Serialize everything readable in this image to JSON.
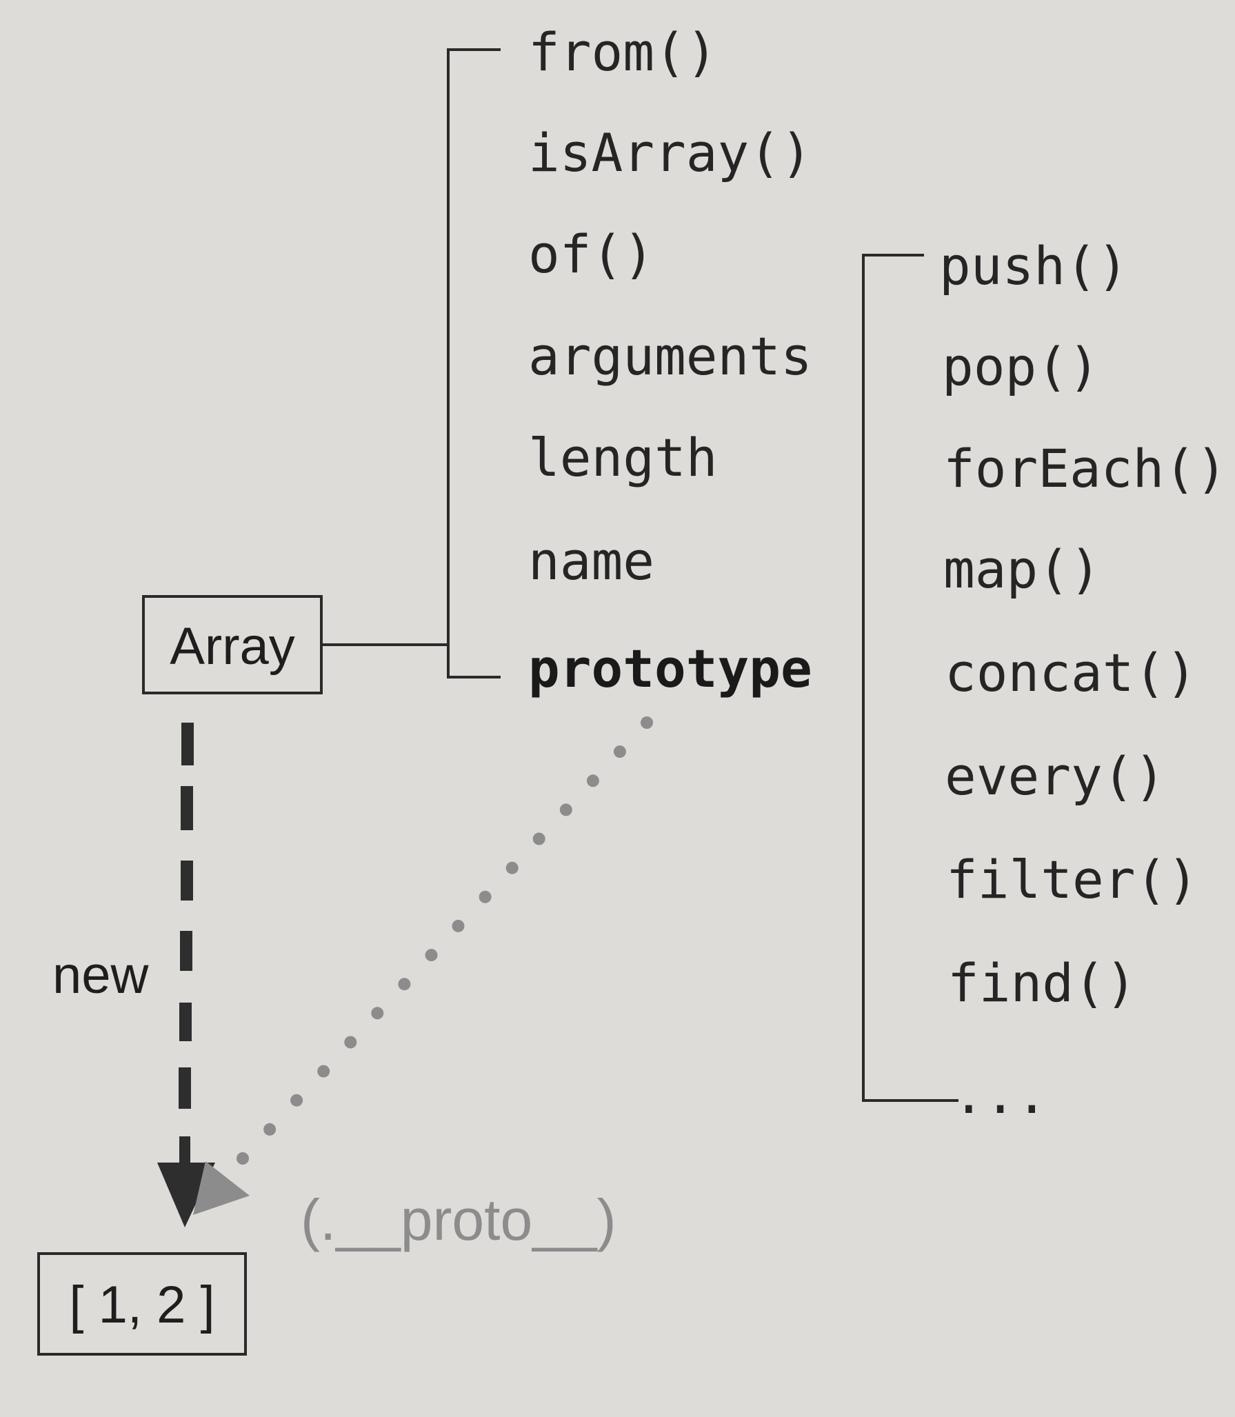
{
  "constructor_label": "Array",
  "static_members": [
    "from()",
    "isArray()",
    "of()",
    "arguments",
    "length",
    "name"
  ],
  "prototype_label": "prototype",
  "prototype_methods": [
    "push()",
    "pop()",
    "forEach()",
    "map()",
    "concat()",
    "every()",
    "filter()",
    "find()",
    "..."
  ],
  "new_label": "new",
  "instance_label": "[ 1, 2 ]",
  "proto_link_label": "(.__proto__)",
  "colors": {
    "background": "#dedcd8",
    "ink": "#252525",
    "proto_link": "#8c8c8c"
  }
}
